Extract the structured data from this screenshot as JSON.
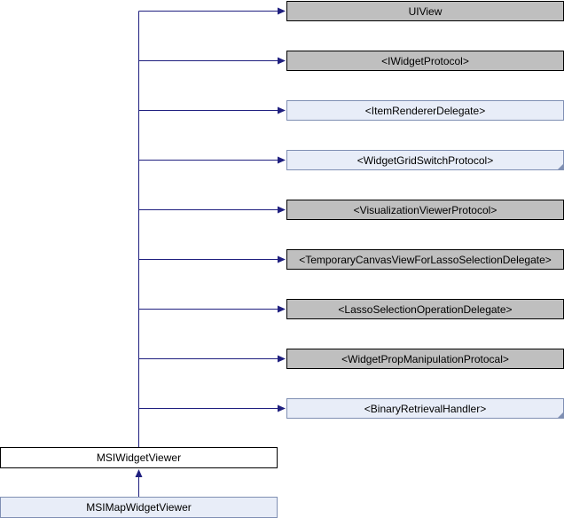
{
  "colors": {
    "edge": "#1f1f7f",
    "gray_fill": "#bfbfbf",
    "light_fill": "#e8edf8",
    "light_border": "#7f8fb3"
  },
  "nodes": {
    "uiview": "UIView",
    "iwidget_protocol": "<IWidgetProtocol>",
    "item_renderer_delegate": "<ItemRendererDelegate>",
    "widget_grid_switch_protocol": "<WidgetGridSwitchProtocol>",
    "visualization_viewer_protocol": "<VisualizationViewerProtocol>",
    "temporary_canvas_view_delegate": "<TemporaryCanvasViewForLassoSelectionDelegate>",
    "lasso_selection_operation_delegate": "<LassoSelectionOperationDelegate>",
    "widget_prop_manipulation_protocal": "<WidgetPropManipulationProtocal>",
    "binary_retrieval_handler": "<BinaryRetrievalHandler>",
    "msi_widget_viewer": "MSIWidgetViewer",
    "msi_map_widget_viewer": "MSIMapWidgetViewer"
  }
}
